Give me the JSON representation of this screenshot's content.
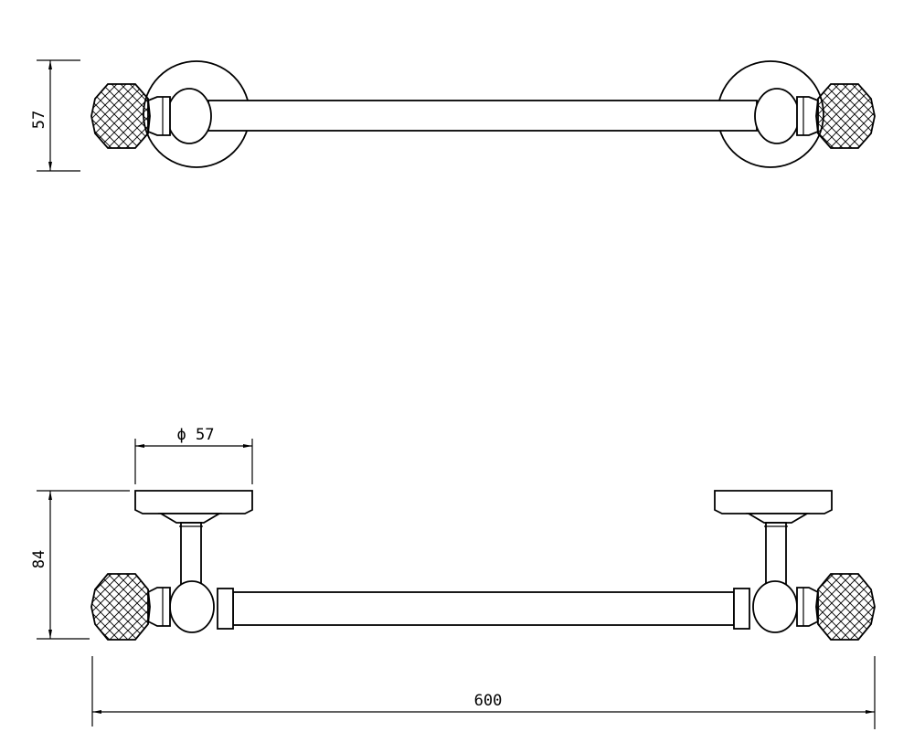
{
  "dimensions": {
    "top_height": "57",
    "side_height": "84",
    "flange_diameter": "ϕ 57",
    "total_length": "600"
  },
  "colors": {
    "line": "#000000",
    "background": "#ffffff"
  }
}
